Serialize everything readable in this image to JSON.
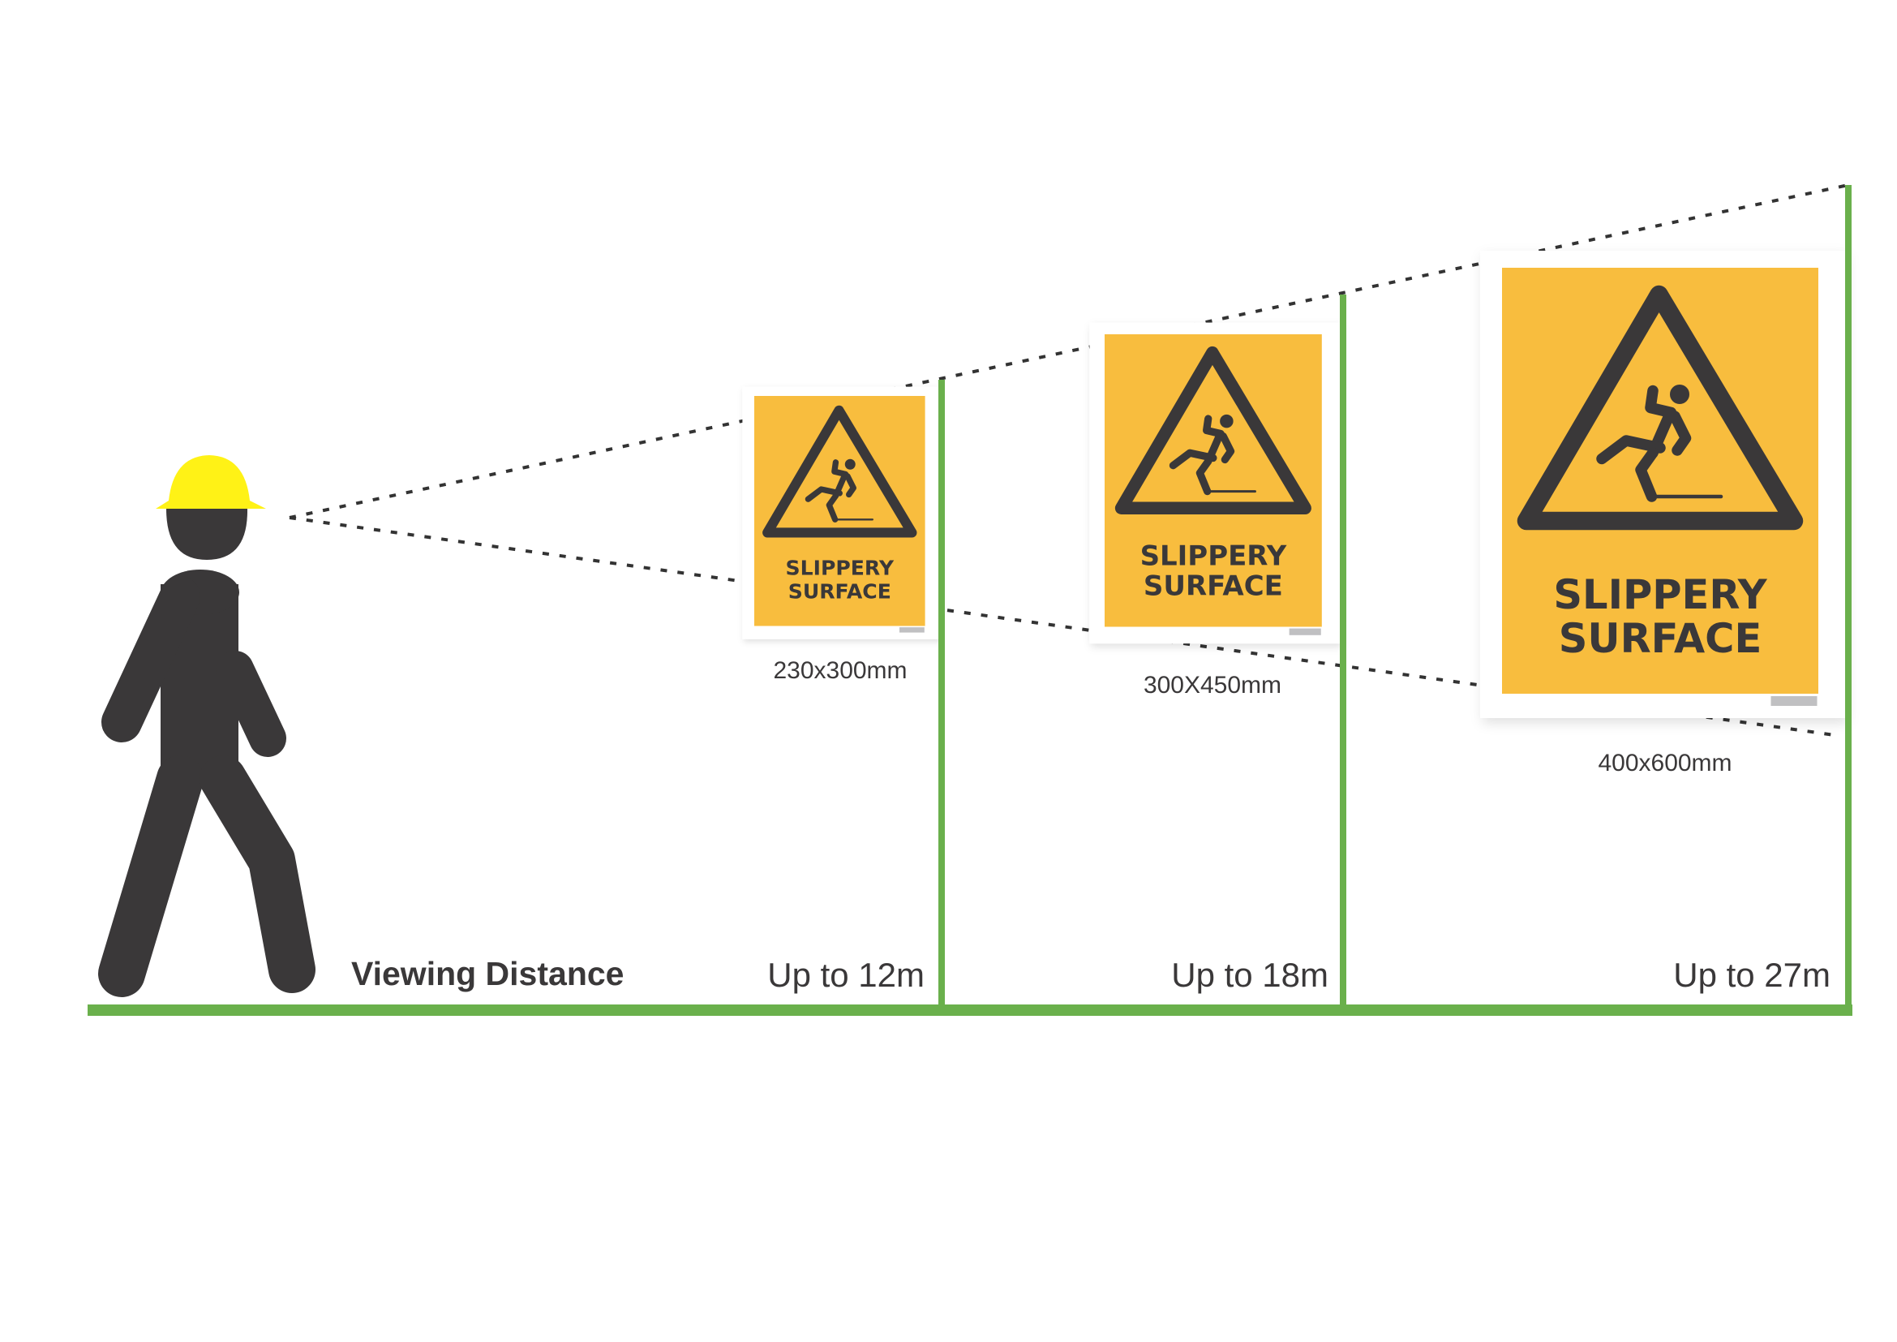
{
  "colors": {
    "ground": "#6ab04c",
    "sign_yellow": "#f8bd3e",
    "ink": "#3a3839",
    "helmet": "#fff216",
    "tab": "#c0c0c2"
  },
  "axis_label": "Viewing Distance",
  "signs": [
    {
      "line1": "SLIPPERY",
      "line2": "SURFACE",
      "size": "230x300mm",
      "distance": "Up to 12m"
    },
    {
      "line1": "SLIPPERY",
      "line2": "SURFACE",
      "size": "300X450mm",
      "distance": "Up to 18m"
    },
    {
      "line1": "SLIPPERY",
      "line2": "SURFACE",
      "size": "400x600mm",
      "distance": "Up to 27m"
    }
  ]
}
